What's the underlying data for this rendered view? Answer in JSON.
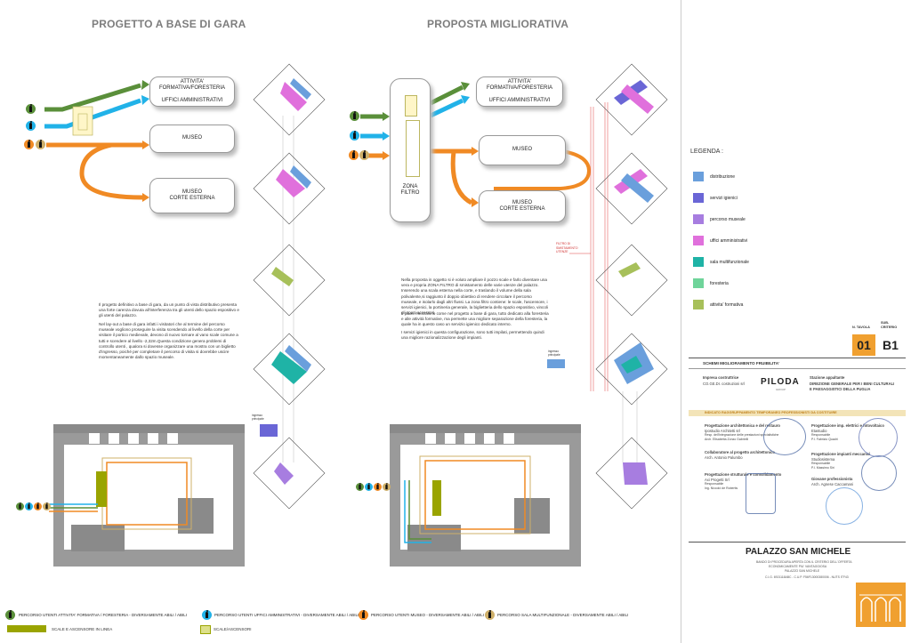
{
  "headings": {
    "left": "PROGETTO A BASE DI GARA",
    "right": "PROPOSTA MIGLIORATIVA"
  },
  "left_diagram": {
    "box_formativa": "ATTIVITA' FORMATIVA/FORESTERIA",
    "box_uffici": "UFFICI AMMINISTRATIVI",
    "box_museo": "MUSEO",
    "box_museo_corte_1": "MUSEO",
    "box_museo_corte_2": "CORTE ESTERNA",
    "paragraph_1": "Il progetto definitivo a base di gara, da un punto di vista distributivo presenta una forte carenza dovuta all'interferenza tra gli utenti dello spazio espositivo e gli utenti del palazzo.",
    "paragraph_2": "Nel lay-out a base di gara infatti i visitatori che al termine del percorso museale vogliono proseguire la visita scendendo al livello della corte per visitare il portico medievale, devono di nuovo tornare al vano scale comune a tutti e scendere al livello -2,32m.Questa condizione genera problemi di controllo utenti , qualora si dovesse organizzare una mostra con un biglietto d'ingresso, poiché per completare il percorso di visita si dovrebbe uscire momentaneamente dallo spazio museale.",
    "ingresso_label": "ingresso principale"
  },
  "right_diagram": {
    "box_formativa": "ATTIVITA' FORMATIVA/FORESTERIA",
    "box_uffici": "UFFICI AMMINISTRATIVI",
    "box_museo": "MUSEO",
    "box_museo_corte_1": "MUSEO",
    "box_museo_corte_2": "CORTE ESTERNA",
    "zona_filtro_1": "ZONA",
    "zona_filtro_2": "FILTRO",
    "filtro_note": "FILTRO DI SMISTAMENTO UTENZE",
    "paragraph_1": "Nella proposta in oggetto si è voluto ampliare il pozzo scale e farlo diventare una vera e propria ZONA FILTRO di smistamento delle varie utenze del palazzo. Inserendo una scala esterna nella corte, e traslando il volume della sala polivalente,si raggiunto il doppio obiettivo di rendere circolare il percorso museale, e isolarlo dagli altri flussi. La zona filtro contiene: le scale, l'ascensore, i servizi igienici, la portineria generale, la biglietteria dello spazio espositivo, vincoli gli spazi accessori.",
    "paragraph_2": "Il piano mezzanino come nel progetto a base di gara, tutto dedicato alla foresteria e alle attività formative, ma permette una migliore separazione della foresteria, la quale ha in questo caso un servizio igienico dedicato interno.",
    "paragraph_3": "I servizi igienici in questa configurazione, sono tutti impilati, permettendo quindi una migliore razionalizzazione degli impianti.",
    "ingresso_label": "ingresso principale"
  },
  "legend": {
    "title": "LEGENDA :",
    "items": [
      {
        "label": "distribuzione",
        "color": "#6a9fdc"
      },
      {
        "label": "servizi igienici",
        "color": "#6a66d6"
      },
      {
        "label": "percorso museale",
        "color": "#a77de0"
      },
      {
        "label": "uffici amministrativi",
        "color": "#e070dc"
      },
      {
        "label": "sala multifunzionale",
        "color": "#1fb3a6"
      },
      {
        "label": "foresteria",
        "color": "#6fd49a"
      },
      {
        "label": "attivita' formativa",
        "color": "#a7c05a"
      }
    ]
  },
  "tavola": {
    "n_tavola_label": "N. TAVOLA",
    "sub_criterio_label": "SUB-CRITERIO",
    "n_tavola": "01",
    "sub_criterio": "B1",
    "schema_title": "SCHEMI MIGLIORAMENTO FRUIBILITA'"
  },
  "company": {
    "impresa_label": "Impresa costruttrice",
    "impresa_name": "CO.GE.DI. costruzioni srl",
    "logo": "PILODA",
    "logo_sub": "GROUP",
    "stazione_label": "Stazione appaltante",
    "stazione_name_1": "DIREZIONE GENERALE PER I BENI CULTURALI",
    "stazione_name_2": "E PAESAGGISTICI DELLA PUGLIA"
  },
  "professionals": {
    "header": "INDICATO RAGGRUPPAMENTO TEMPORANEO PROFESSIONISTI DA COSTITUIRE",
    "p1_title": "Progettazione architettonica e del restauro",
    "p1_line1": "Ipostudio Architetti srl",
    "p1_line2": "Resp. dell'integrazione delle prestazioni specialistiche",
    "p1_line3": "Arch. Elisabetta Zonzo Gabrielli",
    "p2_title": "Collaboratore al progetto architettonico",
    "p2_line1": "Arch. Antonio Palumbo",
    "p3_title": "Progettazione strutturale e consolidamento",
    "p3_line1": "Axi Progetti Srl",
    "p3_line2": "Responsabile",
    "p3_line3": "Ing. Niccolò de Robertis",
    "p4_title": "Progettazione imp. elettrici e fotovoltaico",
    "p4_line1": "Etastudio",
    "p4_line2": "Responsabile",
    "p4_line3": "P.I. Fabrizio Quadri",
    "p5_title": "Progettazione impianti meccanici",
    "p5_line1": "Studiosistema",
    "p5_line2": "Responsabile",
    "p5_line3": "P.I. Massimo Siri",
    "p6_title": "Giovane professionista",
    "p6_line1": "Arch. Agnese Caccamani"
  },
  "project": {
    "title": "PALAZZO SAN MICHELE",
    "line1": "BANDO DI PROCEDURA APERTA CON IL CRITERIO DELL'OFFERTA",
    "line2": "ECONOMICAMENTE PIU' VANTAGGIOSA",
    "line3": "PALAZZO SAN MICHELE",
    "line4": "C.I.G. 6921118ABC - C.U.P. F56F13000380006 - NUTS ITF43"
  },
  "footer": {
    "l1": "PERCORSO UTENTI ATTIVITA' FORMATIVA / FORESTERIA - DIVERSAMENTE ABILI / ABILI",
    "l2": "PERCORSO UTENTI UFFICI AMMINISTRATIVI - DIVERSAMENTE ABILI / ABILI",
    "l3": "PERCORSO UTENTI MUSEO - DIVERSAMENTE ABILI / ABILI",
    "l4": "PERCORSO SALA MULTIFUNZIONALE - DIVERSAMENTE ABILI / ABILI",
    "l5": "SCALE E ASCENSORE IN LINEA",
    "l6": "SCALE/ASCENSORI"
  },
  "colors": {
    "green": "#5a8f3a",
    "cyan": "#21b2e8",
    "orange": "#f08a24",
    "tan": "#cfb06a",
    "olive": "#9aa400",
    "tavola_orange": "#f0a030"
  }
}
